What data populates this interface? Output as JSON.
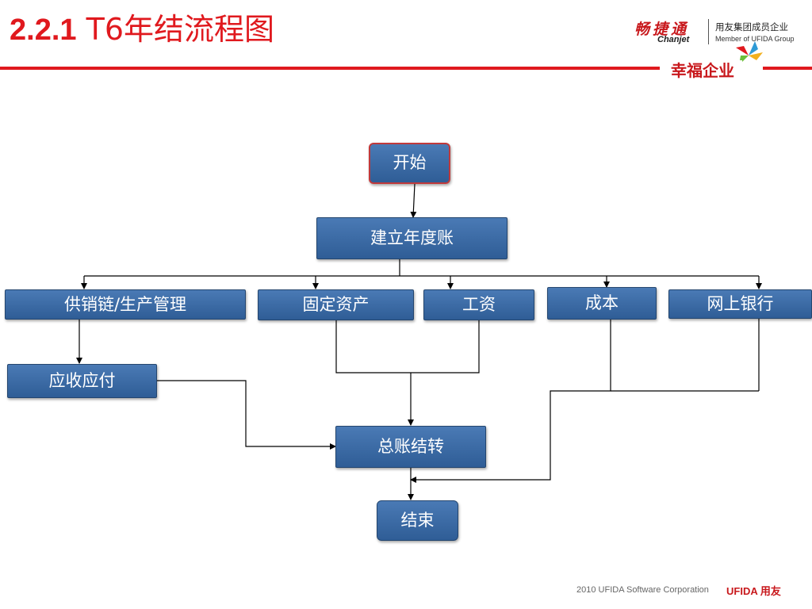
{
  "slide": {
    "section_number": "2.2.1",
    "title_text": "T6年结流程图"
  },
  "brand": {
    "logo_cn": "畅捷通",
    "logo_en": "Chanjet",
    "group_cn": "用友集团成员企业",
    "member_en": "Member of UFIDA Group",
    "slogan": "幸福企业",
    "accent_color": "#e0191e"
  },
  "flowchart": {
    "nodes": {
      "start": "开始",
      "build_account": "建立年度账",
      "supply_chain": "供销链/生产管理",
      "fixed_assets": "固定资产",
      "salary": "工资",
      "cost": "成本",
      "online_bank": "网上银行",
      "receivable_payable": "应收应付",
      "ledger_transfer": "总账结转",
      "end": "结束"
    },
    "node_color": "#3b6aa6"
  },
  "footer": {
    "copyright": "2010 UFIDA Software Corporation",
    "brand_en": "UFIDA",
    "brand_cn": "用友"
  }
}
